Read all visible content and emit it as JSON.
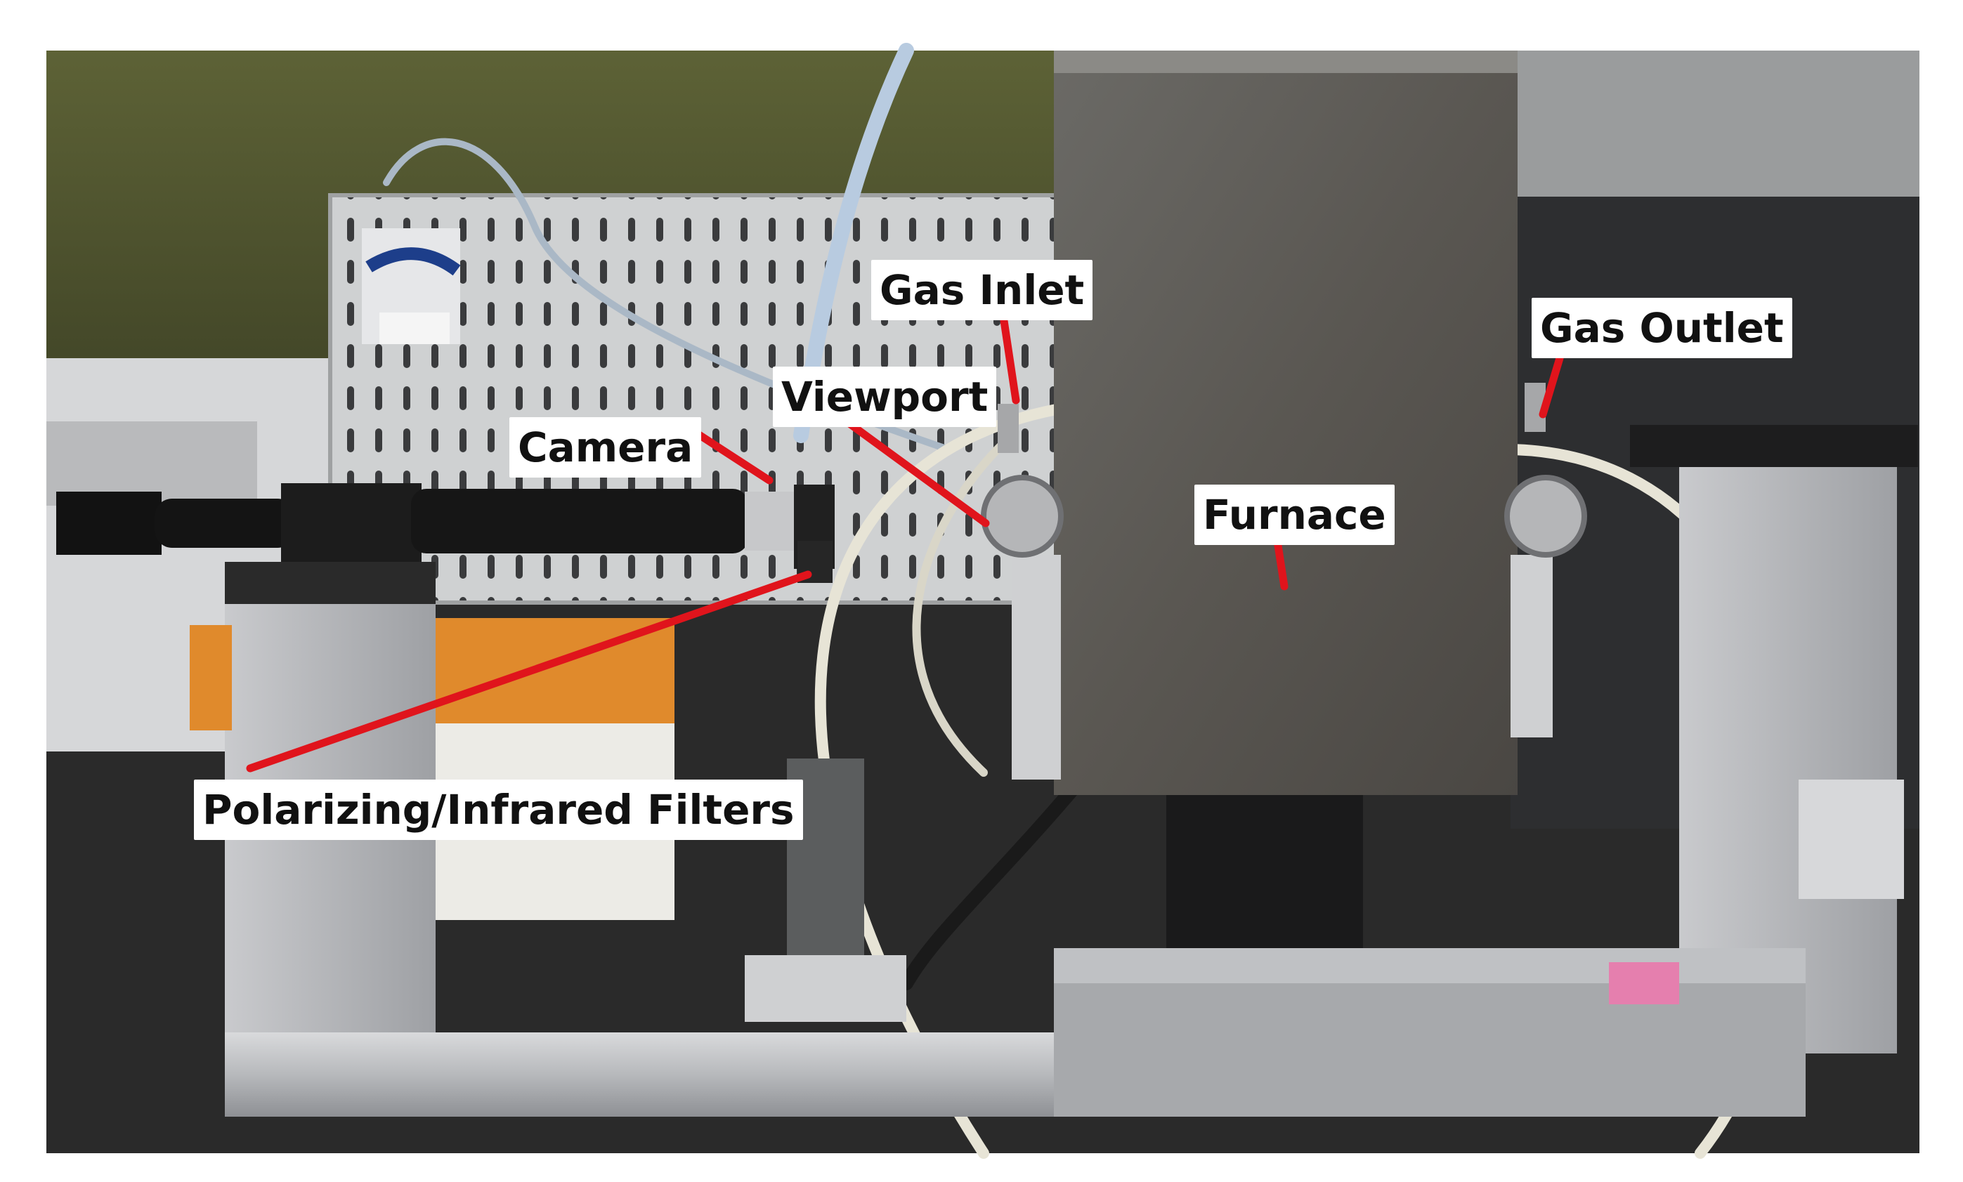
{
  "labels": {
    "gas_inlet": "Gas Inlet",
    "gas_outlet": "Gas Outlet",
    "viewport": "Viewport",
    "camera": "Camera",
    "furnace": "Furnace",
    "filters": "Polarizing/Infrared Filters"
  },
  "colors": {
    "leader_line": "#e0141c",
    "label_bg": "#ffffff",
    "label_text": "#111111"
  }
}
